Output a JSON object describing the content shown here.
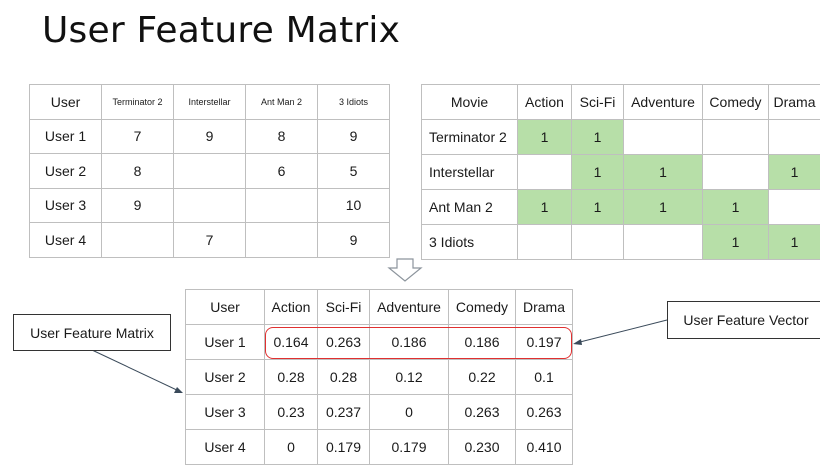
{
  "title": "User Feature Matrix",
  "ratings": {
    "header": [
      "User",
      "Terminator 2",
      "Interstellar",
      "Ant Man 2",
      "3 Idiots"
    ],
    "rows": [
      [
        "User 1",
        "7",
        "9",
        "8",
        "9"
      ],
      [
        "User 2",
        "8",
        "",
        "6",
        "5"
      ],
      [
        "User 3",
        "9",
        "",
        "",
        "10"
      ],
      [
        "User 4",
        "",
        "7",
        "",
        "9"
      ]
    ]
  },
  "movie_features": {
    "header": [
      "Movie",
      "Action",
      "Sci-Fi",
      "Adventure",
      "Comedy",
      "Drama"
    ],
    "rows": [
      [
        "Terminator 2",
        "1",
        "1",
        "",
        "",
        ""
      ],
      [
        "Interstellar",
        "",
        "1",
        "1",
        "",
        "1"
      ],
      [
        "Ant Man 2",
        "1",
        "1",
        "1",
        "1",
        ""
      ],
      [
        "3 Idiots",
        "",
        "",
        "",
        "1",
        "1"
      ]
    ],
    "highlight_color": "#b7dfa8"
  },
  "user_features": {
    "header": [
      "User",
      "Action",
      "Sci-Fi",
      "Adventure",
      "Comedy",
      "Drama"
    ],
    "rows": [
      [
        "User 1",
        "0.164",
        "0.263",
        "0.186",
        "0.186",
        "0.197"
      ],
      [
        "User 2",
        "0.28",
        "0.28",
        "0.12",
        "0.22",
        "0.1"
      ],
      [
        "User 3",
        "0.23",
        "0.237",
        "0",
        "0.263",
        "0.263"
      ],
      [
        "User 4",
        "0",
        "0.179",
        "0.179",
        "0.230",
        "0.410"
      ]
    ]
  },
  "callouts": {
    "matrix_label": "User Feature Matrix",
    "vector_label": "User Feature Vector"
  },
  "colors": {
    "highlight_border": "#e03030",
    "arrow": "#b9c0c8"
  }
}
